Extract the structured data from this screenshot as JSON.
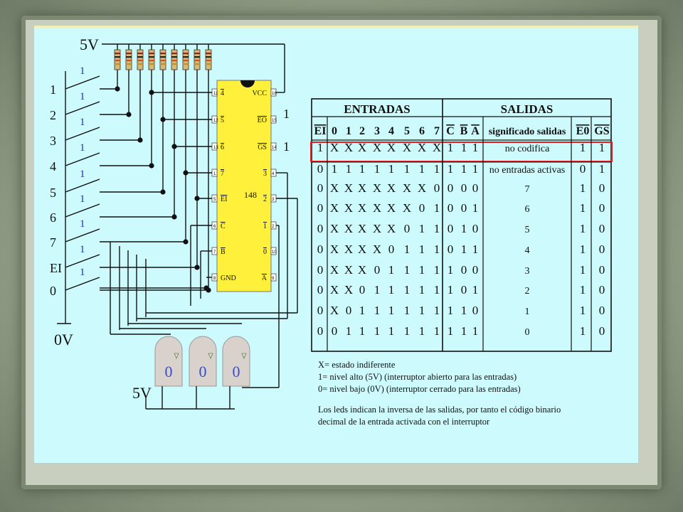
{
  "circuit": {
    "supply_top": "5V",
    "supply_bottom": "5V",
    "ground": "0V",
    "switch_labels": [
      "1",
      "2",
      "3",
      "4",
      "5",
      "6",
      "7",
      "EI",
      "0"
    ],
    "switch_state_label": "1",
    "chip_label": "148",
    "chip_left_pins": [
      {
        "num": "11",
        "name": "4",
        "bar": true
      },
      {
        "num": "12",
        "name": "5",
        "bar": true
      },
      {
        "num": "13",
        "name": "6",
        "bar": true
      },
      {
        "num": "1",
        "name": "7",
        "bar": true
      },
      {
        "num": "5",
        "name": "EI",
        "bar": true
      },
      {
        "num": "6",
        "name": "C",
        "bar": true
      },
      {
        "num": "7",
        "name": "B",
        "bar": true
      },
      {
        "num": "8",
        "name": "GND",
        "bar": false
      }
    ],
    "chip_right_pins": [
      {
        "num": "16",
        "name": "VCC",
        "bar": false
      },
      {
        "num": "15",
        "name": "EO",
        "bar": true
      },
      {
        "num": "14",
        "name": "GS",
        "bar": true
      },
      {
        "num": "4",
        "name": "3",
        "bar": true
      },
      {
        "num": "3",
        "name": "2",
        "bar": true
      },
      {
        "num": "2",
        "name": "1",
        "bar": true
      },
      {
        "num": "10",
        "name": "0",
        "bar": true
      },
      {
        "num": "9",
        "name": "A",
        "bar": true
      }
    ],
    "output_eo": "1",
    "output_gs": "1",
    "led_values": [
      "0",
      "0",
      "0"
    ]
  },
  "table": {
    "group_inputs": "ENTRADAS",
    "group_outputs": "SALIDAS",
    "headers": [
      "EI",
      "0",
      "1",
      "2",
      "3",
      "4",
      "5",
      "6",
      "7",
      "C",
      "B",
      "A",
      "significado salidas",
      "E0",
      "GS"
    ],
    "overlined_headers": [
      0,
      9,
      10,
      11,
      13,
      14
    ],
    "rows": [
      [
        "1",
        "X",
        "X",
        "X",
        "X",
        "X",
        "X",
        "X",
        "X",
        "1",
        "1",
        "1",
        "no codifica",
        "1",
        "1"
      ],
      [
        "0",
        "1",
        "1",
        "1",
        "1",
        "1",
        "1",
        "1",
        "1",
        "1",
        "1",
        "1",
        "no entradas activas",
        "0",
        "1"
      ],
      [
        "0",
        "X",
        "X",
        "X",
        "X",
        "X",
        "X",
        "X",
        "0",
        "0",
        "0",
        "0",
        "7",
        "1",
        "0"
      ],
      [
        "0",
        "X",
        "X",
        "X",
        "X",
        "X",
        "X",
        "0",
        "1",
        "0",
        "0",
        "1",
        "6",
        "1",
        "0"
      ],
      [
        "0",
        "X",
        "X",
        "X",
        "X",
        "X",
        "0",
        "1",
        "1",
        "0",
        "1",
        "0",
        "5",
        "1",
        "0"
      ],
      [
        "0",
        "X",
        "X",
        "X",
        "X",
        "0",
        "1",
        "1",
        "1",
        "0",
        "1",
        "1",
        "4",
        "1",
        "0"
      ],
      [
        "0",
        "X",
        "X",
        "X",
        "0",
        "1",
        "1",
        "1",
        "1",
        "1",
        "0",
        "0",
        "3",
        "1",
        "0"
      ],
      [
        "0",
        "X",
        "X",
        "0",
        "1",
        "1",
        "1",
        "1",
        "1",
        "1",
        "0",
        "1",
        "2",
        "1",
        "0"
      ],
      [
        "0",
        "X",
        "0",
        "1",
        "1",
        "1",
        "1",
        "1",
        "1",
        "1",
        "1",
        "0",
        "1",
        "1",
        "0"
      ],
      [
        "0",
        "0",
        "1",
        "1",
        "1",
        "1",
        "1",
        "1",
        "1",
        "1",
        "1",
        "1",
        "0",
        "1",
        "0"
      ]
    ],
    "highlight_color": "#e02020"
  },
  "notes": {
    "line1": "X= estado indiferente",
    "line2": "1= nivel alto (5V) (interruptor abierto para las entradas)",
    "line3": "0= nivel bajo (0V) (interruptor cerrado para las entradas)",
    "paragraph": "Los leds indican la inversa de las salidas, por tanto el código binario decimal de la entrada activada con el interruptor"
  },
  "colors": {
    "panel_bg": "#cdfafc",
    "chip_fill": "#fff03c",
    "led_fill": "#d9d2cc",
    "switch_label_color": "#1d2fbf"
  }
}
